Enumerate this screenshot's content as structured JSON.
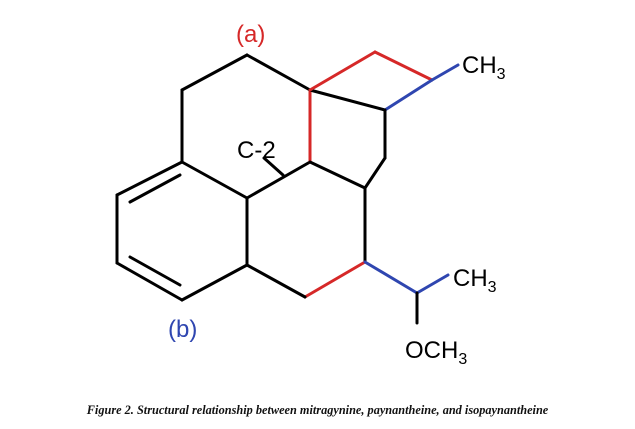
{
  "labels": {
    "a": "(a)",
    "b": "(b)",
    "c2": "C-2",
    "methyl_top": "CH",
    "methyl_top_sub": "3",
    "methyl_side": "CH",
    "methyl_side_sub": "3",
    "methoxy": "OCH",
    "methoxy_sub": "3"
  },
  "colors": {
    "bond": "#000000",
    "highlight_a": "#d62828",
    "highlight_b": "#2f46b0"
  },
  "caption": "Figure 2. Structural relationship between mitragynine, paynantheine, and isopaynantheine"
}
